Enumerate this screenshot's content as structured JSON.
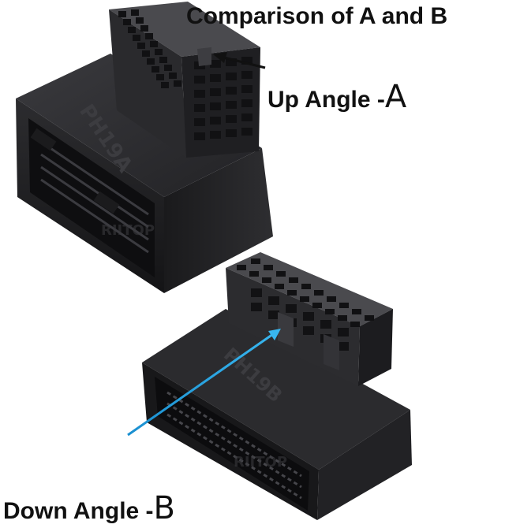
{
  "title": "Comparison of A and B",
  "connector_a": {
    "label_prefix": "Up Angle -",
    "label_letter": "A",
    "emboss": "PH19A",
    "watermark": "RIITOP"
  },
  "connector_b": {
    "label_prefix": "Down Angle -",
    "label_letter": "B",
    "emboss": "PH19B",
    "watermark": "RIITOP"
  },
  "colors": {
    "body_dark": "#1b1b1d",
    "body_mid": "#2a2a2d",
    "body_light": "#3a3a3e",
    "pointer_black": "#111111",
    "pointer_blue": "#1e9ad6"
  },
  "icons": [
    "arrow-pointer-icon"
  ]
}
